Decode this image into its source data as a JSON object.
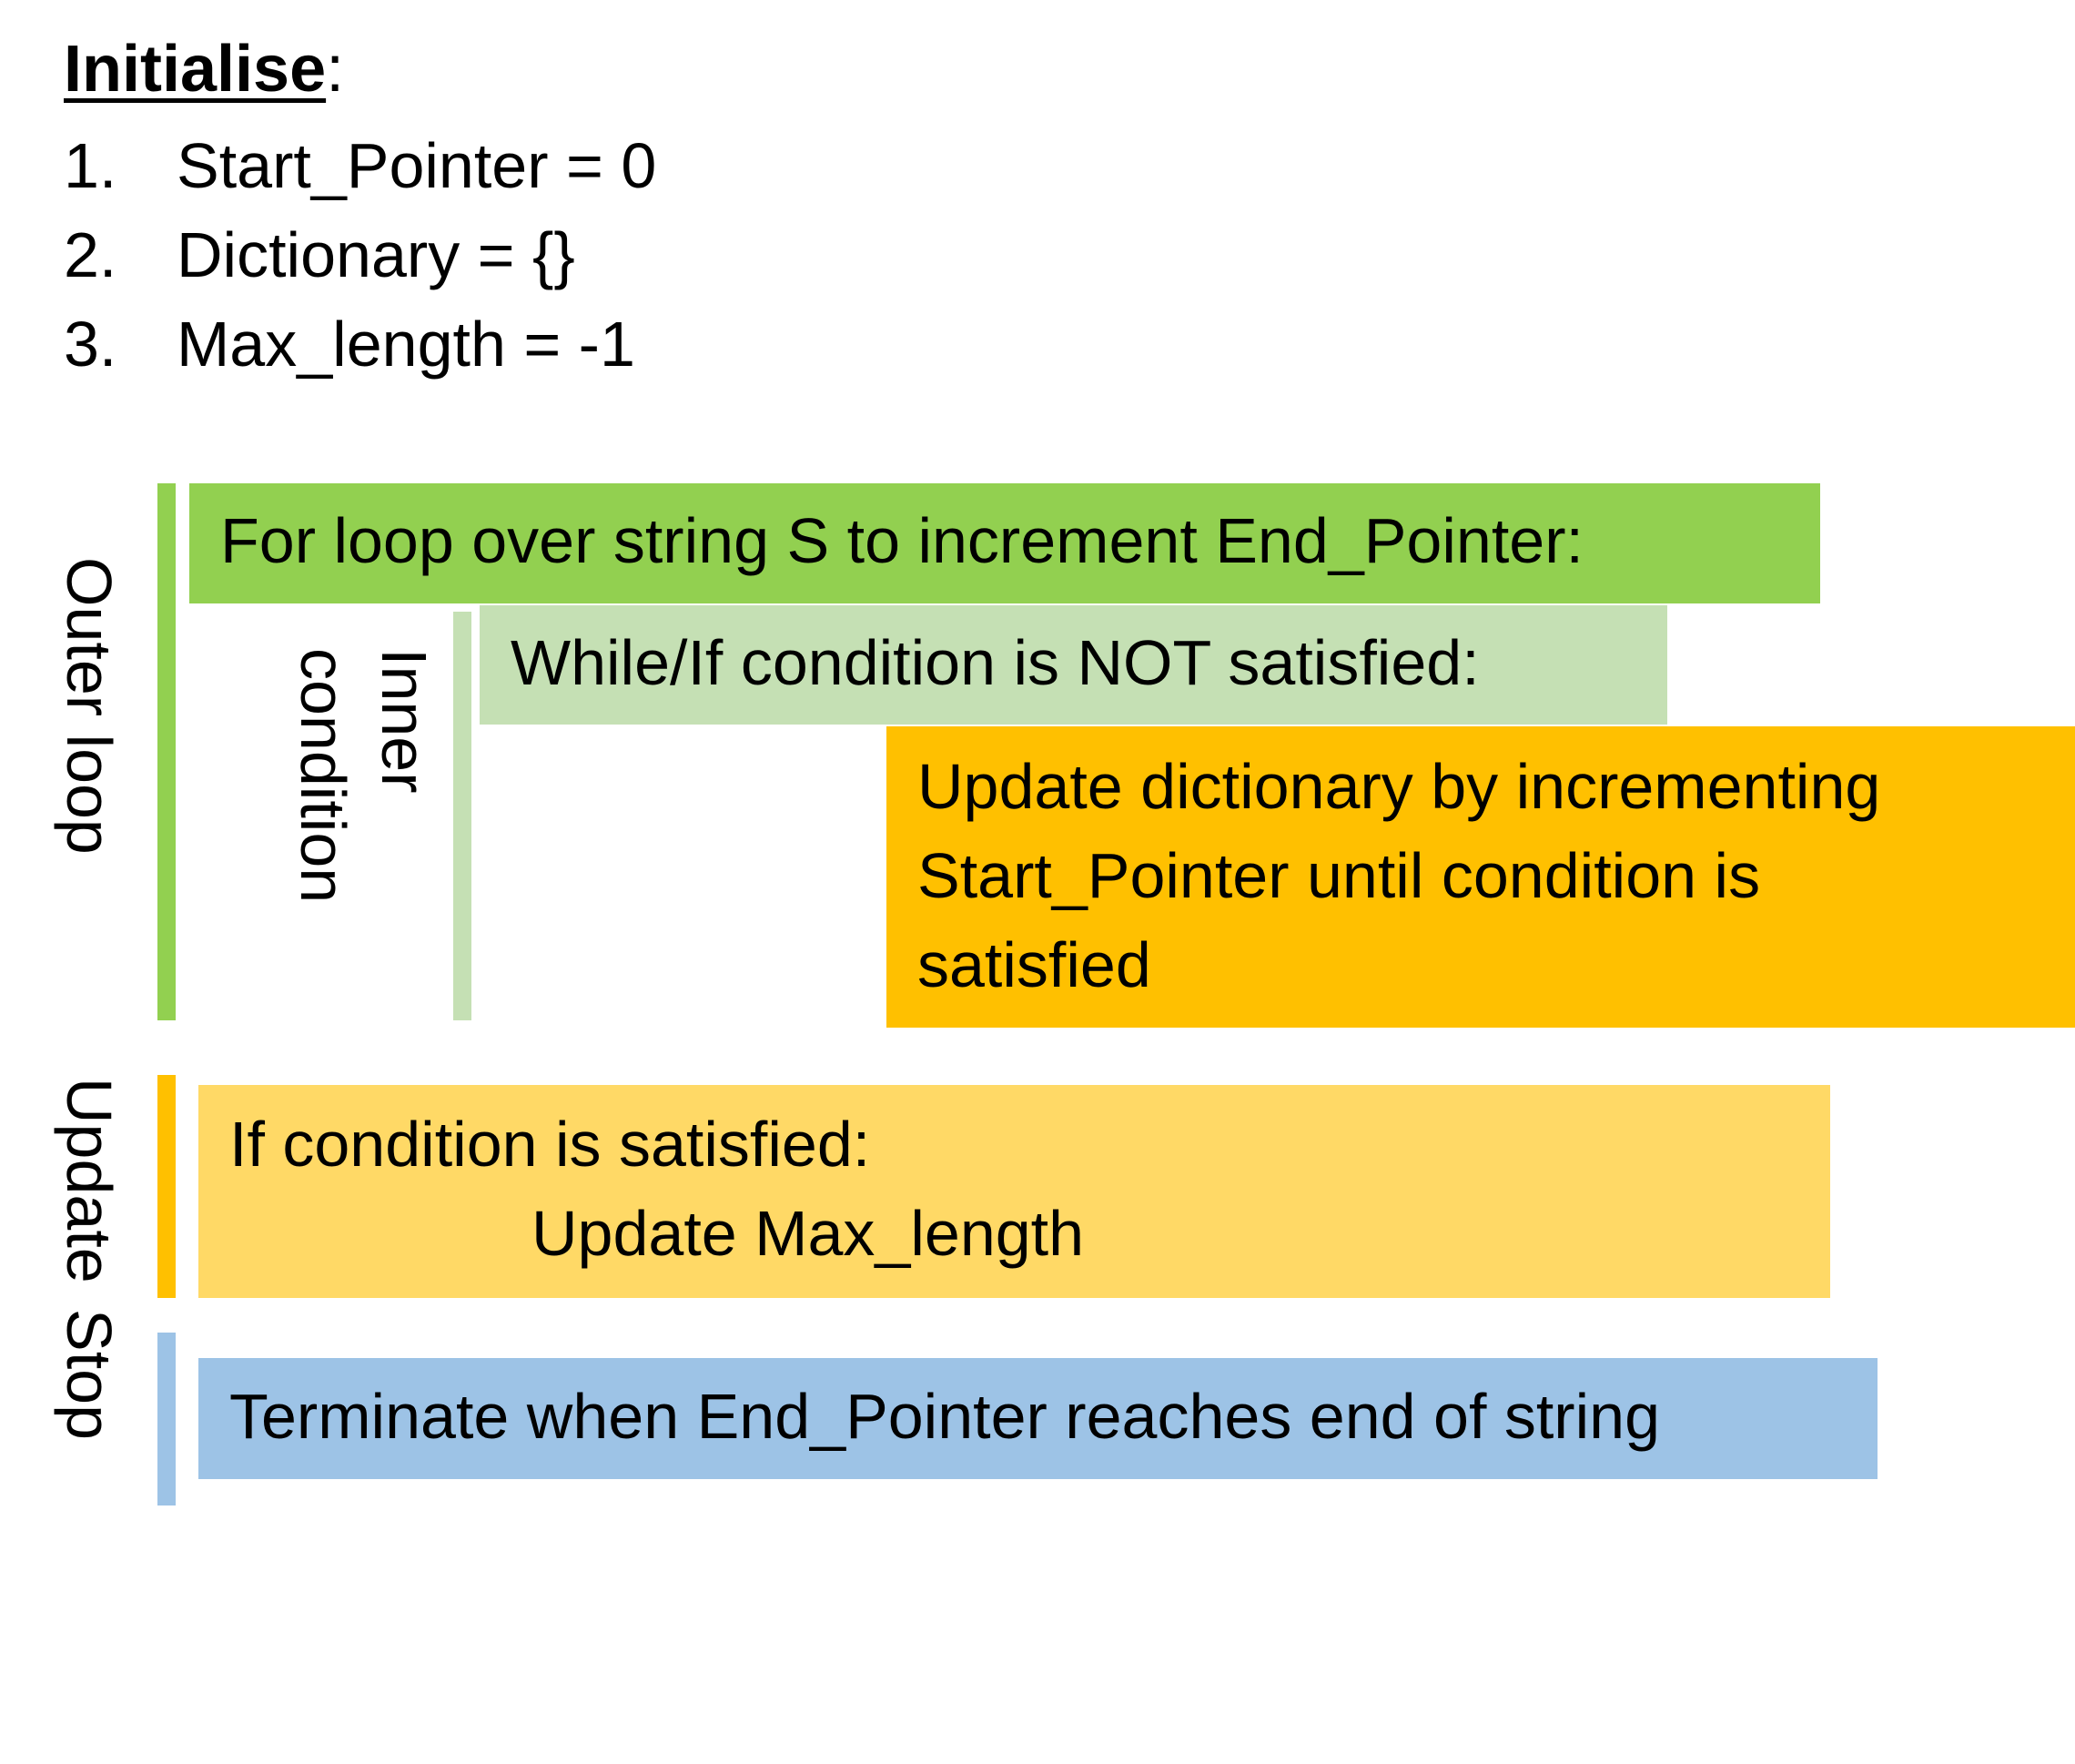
{
  "initialise": {
    "heading": "Initialise",
    "colon": ":",
    "items": [
      {
        "num": "1.",
        "text": "Start_Pointer = 0"
      },
      {
        "num": "2.",
        "text": "Dictionary = {}"
      },
      {
        "num": "3.",
        "text": "Max_length = -1"
      }
    ]
  },
  "labels": {
    "outer_loop": "Outer loop",
    "inner_line1": "Inner",
    "inner_line2": "condition",
    "update": "Update",
    "stop": "Stop"
  },
  "boxes": {
    "for_loop": "For loop over string S to increment End_Pointer:",
    "while_if": "While/If condition is NOT satisfied:",
    "update_dict": [
      "Update dictionary by incrementing",
      "Start_Pointer until condition is",
      "satisfied"
    ],
    "if_satisfied": "If condition is satisfied:",
    "update_max": "Update Max_length",
    "terminate": "Terminate when End_Pointer reaches end of string"
  },
  "colors": {
    "outer_green": "#92d050",
    "inner_green": "#c5e0b4",
    "orange": "#ffc000",
    "yellow": "#ffd966",
    "blue": "#9dc3e6"
  }
}
